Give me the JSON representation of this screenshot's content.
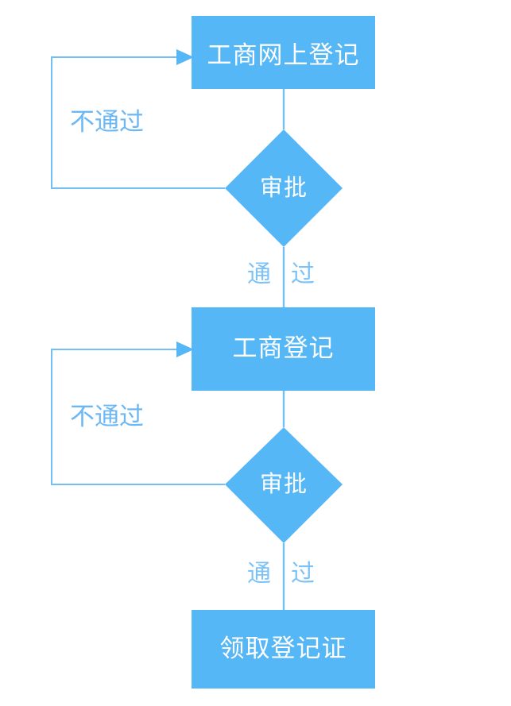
{
  "diagram": {
    "type": "flowchart",
    "title": "",
    "orientation": "vertical",
    "colors": {
      "node_fill": "#56b7f7",
      "node_text": "#ffffff",
      "connector": "#72bff6",
      "edge_text": "#6cb8f5",
      "background": "#ffffff"
    },
    "nodes": [
      {
        "id": "n1",
        "shape": "rectangle",
        "label": "工商网上登记"
      },
      {
        "id": "d1",
        "shape": "diamond",
        "label": "审批"
      },
      {
        "id": "n2",
        "shape": "rectangle",
        "label": "工商登记"
      },
      {
        "id": "d2",
        "shape": "diamond",
        "label": "审批"
      },
      {
        "id": "n3",
        "shape": "rectangle",
        "label": "领取登记证"
      }
    ],
    "edges": [
      {
        "from": "n1",
        "to": "d1",
        "label": ""
      },
      {
        "from": "d1",
        "to": "n2",
        "label_left": "通",
        "label_right": "过"
      },
      {
        "from": "d1",
        "to": "n1",
        "label": "不通过"
      },
      {
        "from": "n2",
        "to": "d2",
        "label": ""
      },
      {
        "from": "d2",
        "to": "n3",
        "label_left": "通",
        "label_right": "过"
      },
      {
        "from": "d2",
        "to": "n2",
        "label": "不通过"
      }
    ]
  }
}
